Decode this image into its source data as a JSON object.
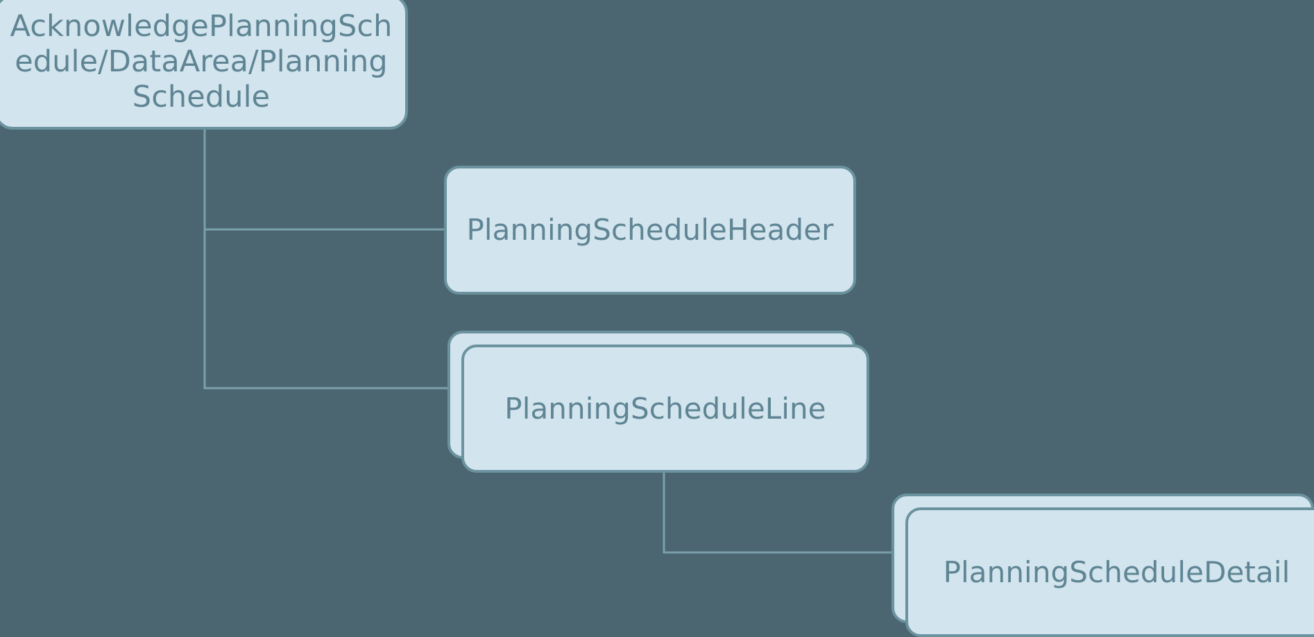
{
  "diagram": {
    "type": "hierarchy-tree",
    "background_color": "#4b6670",
    "node_fill_color": "#d2e4ed",
    "node_border_color": "#6b939f",
    "node_text_color": "#5f8594",
    "connector_color": "#7ba0ab",
    "nodes": [
      {
        "id": "root",
        "label": "AcknowledgePlanningSchedule/DataArea/PlanningSchedule",
        "kind": "single",
        "level": 0
      },
      {
        "id": "header",
        "label": "PlanningScheduleHeader",
        "kind": "single",
        "level": 1
      },
      {
        "id": "line",
        "label": "PlanningScheduleLine",
        "kind": "repeating",
        "level": 1
      },
      {
        "id": "detail",
        "label": "PlanningScheduleDetail",
        "kind": "repeating",
        "level": 2
      }
    ],
    "edges": [
      {
        "from": "root",
        "to": "header"
      },
      {
        "from": "root",
        "to": "line"
      },
      {
        "from": "line",
        "to": "detail"
      }
    ]
  }
}
